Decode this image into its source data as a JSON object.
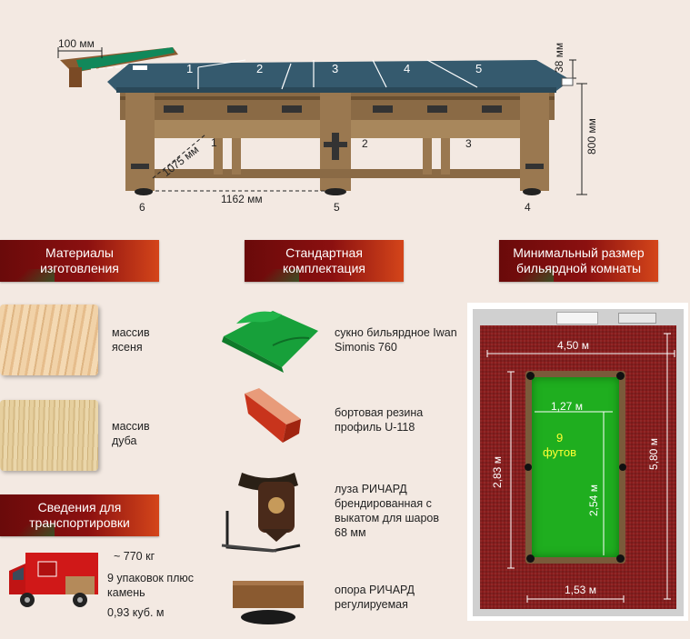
{
  "table": {
    "rail_width": "100 мм",
    "top_height": "38 мм",
    "height": "800 мм",
    "depth": "1075 мм",
    "length": "1162 мм",
    "top_numbers": [
      "1",
      "2",
      "3",
      "4",
      "5"
    ],
    "leg_numbers": [
      "1",
      "2",
      "3"
    ],
    "foot_numbers": [
      "6",
      "5",
      "4"
    ]
  },
  "sections": {
    "materials": "Материалы изготовления",
    "standard": "Стандартная комплектация",
    "room": "Минимальный размер бильярдной комнаты",
    "transport": "Сведения для транспортировки"
  },
  "materials": {
    "ash": "массив ясеня",
    "oak": "массив дуба"
  },
  "kit": {
    "cloth": "сукно бильярдное Iwan Simonis 760",
    "rubber": "бортовая резина профиль U-118",
    "pocket": "луза РИЧАРД брендированная с выкатом для шаров 68 мм",
    "leg": "опора РИЧАРД регулируемая"
  },
  "transport": {
    "weight": "~ 770 кг",
    "packages": "9 упаковок плюс камень",
    "volume": "0,93 куб. м"
  },
  "room": {
    "width": "4,50 м",
    "length": "5,80 м",
    "table_inner_width": "1,27 м",
    "table_inner_length": "2,54 м",
    "table_outer_width": "1,53 м",
    "table_outer_length": "2,83 м",
    "size_num": "9",
    "size_unit": "футов"
  },
  "colors": {
    "header_dark": "#6a0a0a",
    "header_light": "#d4451a",
    "cloth_green": "#1fae1f",
    "carpet_red": "#8a1c1c",
    "wood": "#8a6a45"
  }
}
